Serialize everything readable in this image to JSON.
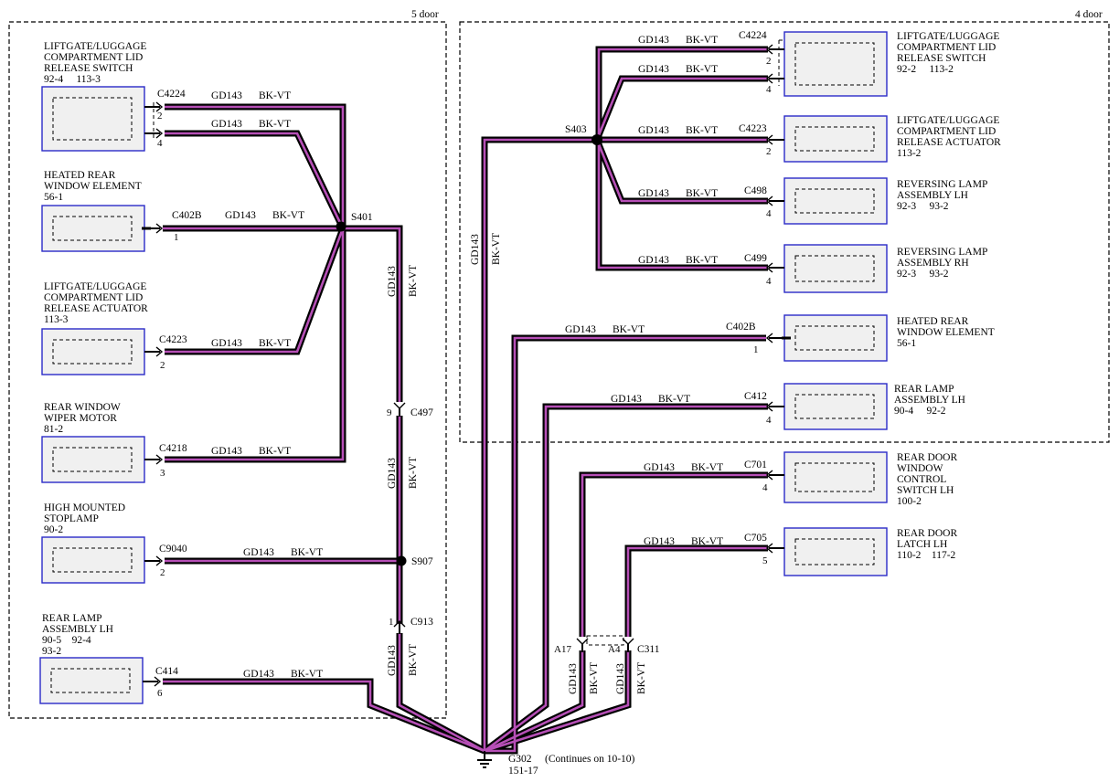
{
  "areas": {
    "five_door": "5 door",
    "four_door": "4 door"
  },
  "wire": {
    "code": "GD143",
    "color": "BK-VT",
    "stroke_color": "#000000",
    "tracer_color": "#b64fb6"
  },
  "component_border_color": "#2a2ac8",
  "components": {
    "l_liftgate_switch": {
      "lines": [
        "LIFTGATE/LUGGAGE",
        "COMPARTMENT LID",
        "RELEASE SWITCH",
        "92-4     113-3"
      ]
    },
    "l_heated_window": {
      "lines": [
        "HEATED REAR",
        "WINDOW ELEMENT",
        "56-1"
      ]
    },
    "l_liftgate_actuator": {
      "lines": [
        "LIFTGATE/LUGGAGE",
        "COMPARTMENT LID",
        "RELEASE ACTUATOR",
        "113-3"
      ]
    },
    "l_wiper_motor": {
      "lines": [
        "REAR WINDOW",
        "WIPER MOTOR",
        "81-2"
      ]
    },
    "l_stoplamp": {
      "lines": [
        "HIGH MOUNTED",
        "STOPLAMP",
        "90-2"
      ]
    },
    "l_rear_lamp": {
      "lines": [
        "REAR LAMP",
        "ASSEMBLY LH",
        "90-5    92-4",
        "93-2"
      ]
    },
    "r_liftgate_switch": {
      "lines": [
        "LIFTGATE/LUGGAGE",
        "COMPARTMENT LID",
        "RELEASE SWITCH",
        "92-2     113-2"
      ]
    },
    "r_liftgate_actuator": {
      "lines": [
        "LIFTGATE/LUGGAGE",
        "COMPARTMENT LID",
        "RELEASE ACTUATOR",
        "113-2"
      ]
    },
    "r_reversing_lh": {
      "lines": [
        "REVERSING LAMP",
        "ASSEMBLY LH",
        "92-3     93-2"
      ]
    },
    "r_reversing_rh": {
      "lines": [
        "REVERSING LAMP",
        "ASSEMBLY RH",
        "92-3     93-2"
      ]
    },
    "r_heated_window": {
      "lines": [
        "HEATED REAR",
        "WINDOW ELEMENT",
        "56-1"
      ]
    },
    "r_rear_lamp": {
      "lines": [
        "REAR LAMP",
        "ASSEMBLY LH",
        "90-4     92-2"
      ]
    },
    "r_door_switch": {
      "lines": [
        "REAR DOOR",
        "WINDOW",
        "CONTROL",
        "SWITCH LH",
        "100-2"
      ]
    },
    "r_door_latch": {
      "lines": [
        "REAR DOOR",
        "LATCH LH",
        "110-2    117-2"
      ]
    }
  },
  "connectors": {
    "l_c4224": {
      "name": "C4224",
      "pins": [
        "2",
        "4"
      ]
    },
    "l_c402b": {
      "name": "C402B",
      "pins": [
        "1"
      ]
    },
    "l_c4223": {
      "name": "C4223",
      "pins": [
        "2"
      ]
    },
    "l_c4218": {
      "name": "C4218",
      "pins": [
        "3"
      ]
    },
    "l_c9040": {
      "name": "C9040",
      "pins": [
        "2"
      ]
    },
    "l_c414": {
      "name": "C414",
      "pins": [
        "6"
      ]
    },
    "r_c4224": {
      "name": "C4224",
      "pins": [
        "2",
        "4"
      ]
    },
    "r_c4223": {
      "name": "C4223",
      "pins": [
        "2"
      ]
    },
    "r_c498": {
      "name": "C498",
      "pins": [
        "4"
      ]
    },
    "r_c499": {
      "name": "C499",
      "pins": [
        "4"
      ]
    },
    "r_c402b": {
      "name": "C402B",
      "pins": [
        "1"
      ]
    },
    "r_c412": {
      "name": "C412",
      "pins": [
        "4"
      ]
    },
    "r_c701": {
      "name": "C701",
      "pins": [
        "4"
      ]
    },
    "r_c705": {
      "name": "C705",
      "pins": [
        "5"
      ]
    },
    "c497": {
      "name": "C497",
      "pins": [
        "9"
      ]
    },
    "c913": {
      "name": "C913",
      "pins": [
        "1"
      ]
    },
    "c311": {
      "name": "C311",
      "pins": [
        "A17",
        "A4"
      ]
    }
  },
  "splices": {
    "s401": "S401",
    "s403": "S403",
    "s907": "S907"
  },
  "ground": {
    "name": "G302",
    "note": "(Continues on 10-10)",
    "ref": "151-17"
  }
}
